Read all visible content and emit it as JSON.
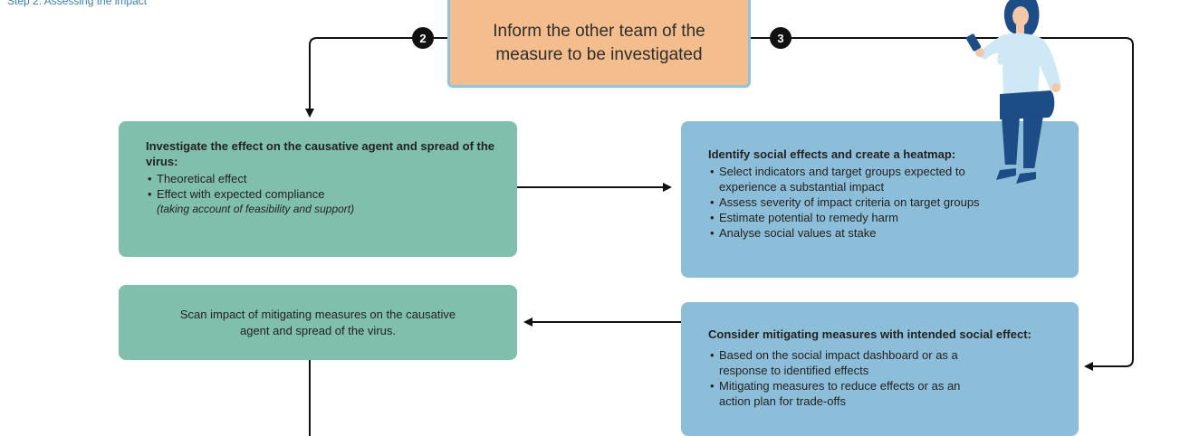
{
  "step_label": "Step 2: Assessing the impact",
  "top_box": {
    "text": "Inform the other team of the measure to be investigated"
  },
  "badges": {
    "left": "2",
    "right": "3"
  },
  "box_investigate": {
    "title": "Investigate the effect on the causative agent and spread of the virus:",
    "items": [
      "Theoretical effect",
      "Effect with expected compliance"
    ],
    "note": "(taking account of feasibility and support)"
  },
  "box_heatmap": {
    "title": "Identify social effects and create a heatmap:",
    "items": [
      "Select indicators and target groups expected to experience a substantial impact",
      "Assess severity of impact criteria on target groups",
      "Estimate potential to remedy harm",
      "Analyse social values at stake"
    ]
  },
  "box_scan": {
    "text": "Scan impact of mitigating measures on the causative agent and spread of the virus."
  },
  "box_mitigate": {
    "title": "Consider mitigating measures with intended social effect:",
    "items": [
      "Based on the social impact dashboard or as a response to identified effects",
      "Mitigating measures to reduce effects or as an action plan for trade-offs"
    ]
  },
  "colors": {
    "green": "#80bfab",
    "blue": "#8dbed9",
    "orange": "#f4bd8e",
    "step": "#3b7fb6"
  },
  "illustration": "woman-sitting-with-phone-icon"
}
